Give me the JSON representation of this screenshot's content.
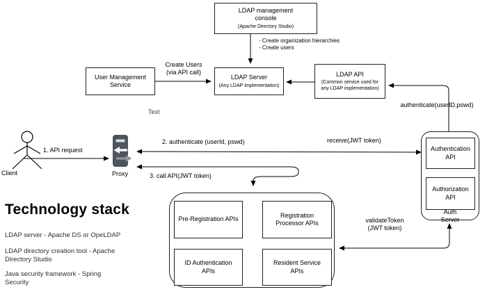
{
  "colors": {
    "proxy_body": "#4d545d",
    "proxy_bar": "#d8dbde",
    "proxy_arrow_light": "#f5f5f5",
    "proxy_arrow_gray": "#8b929b",
    "line": "#000000",
    "box_border": "#1f1f1f"
  },
  "nodes": {
    "console": {
      "title": "LDAP management console",
      "subtitle": "(Apache Directory Studio)"
    },
    "user_management": {
      "title": "User Management Service"
    },
    "ldap_server": {
      "title": "LDAP Server",
      "subtitle": "(Any LDAP Implementation)"
    },
    "ldap_api": {
      "title": "LDAP API",
      "subtitle": "(Common service used for any LDAP implementation)"
    },
    "auth_server": {
      "label": "Auth Server",
      "authentication_api": "Authentication API",
      "authorization_api": "Authorization API"
    },
    "api_group": {
      "pre_registration": "Pre-Registration APIs",
      "registration_processor": "Registration Processor APIs",
      "id_authentication": "ID Authentication APIs",
      "resident_service": "Resident Service APIs"
    },
    "client": {
      "label": "Client"
    },
    "proxy": {
      "label": "Proxy"
    }
  },
  "edge_labels": {
    "console_actions_line1": "- Create organization hierarchies",
    "console_actions_line2": "- Create users",
    "create_users_line1": "Create Users",
    "create_users_line2": "(via API call)",
    "stray_text": "Text",
    "api_request": "1. API request",
    "authenticate_proxy": "2. authenticate (userId, pswd)",
    "receive_token": "receive(JWT token)",
    "call_api": "3. call API(JWT token)",
    "authenticate_ldap": "authenticate(userID,pswd)",
    "validate_token_line1": "validateToken",
    "validate_token_line2": "(JWT token)"
  },
  "tech_stack": {
    "heading": "Technology stack",
    "items": [
      "LDAP server - Apache DS or OpeLDAP",
      "LDAP directory creation tool - Apache Directory Studio",
      "Java security framework - Spring Security"
    ]
  }
}
